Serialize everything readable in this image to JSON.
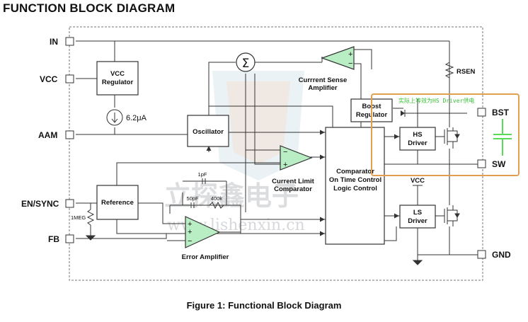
{
  "title": "FUNCTION BLOCK DIAGRAM",
  "caption": "Figure 1: Functional Block Diagram",
  "pins": {
    "in": "IN",
    "vcc": "VCC",
    "aam": "AAM",
    "en_sync": "EN/SYNC",
    "fb": "FB",
    "bst": "BST",
    "sw": "SW",
    "gnd": "GND"
  },
  "blocks": {
    "vcc_regulator": [
      "VCC",
      "Regulator"
    ],
    "oscillator": "Oscillator",
    "reference": "Reference",
    "error_amplifier": "Error Amplifier",
    "current_limit": [
      "Current Limit",
      "Comparator"
    ],
    "current_sense": [
      "Currrent Sense",
      "Amplifier"
    ],
    "boost_regulator": [
      "Boost",
      "Regulator"
    ],
    "comparator_logic": [
      "Comparator",
      "On Time Control",
      "Logic Control"
    ],
    "hs_driver": [
      "HS",
      "Driver"
    ],
    "ls_driver": [
      "LS",
      "Driver"
    ]
  },
  "labels": {
    "current_source": "6.2μA",
    "rsen": "RSEN",
    "vcc_node": "VCC",
    "cap_1pf": "1pF",
    "cap_50pf": "50pF",
    "res_400k": "400k",
    "res_1meg": "1MEG",
    "sum_symbol": "Σ",
    "plus": "+",
    "minus": "−"
  },
  "annotation": "实际上等效为HS Driver供电",
  "watermark": {
    "text": "立探鑫电子",
    "url": "www.lishenxin.cn"
  },
  "colors": {
    "line": "#333333",
    "amp_fill": "#b9eec4",
    "annotation": "#e0a050",
    "annotation_text": "#38c038",
    "cap_green": "#55dd55"
  }
}
